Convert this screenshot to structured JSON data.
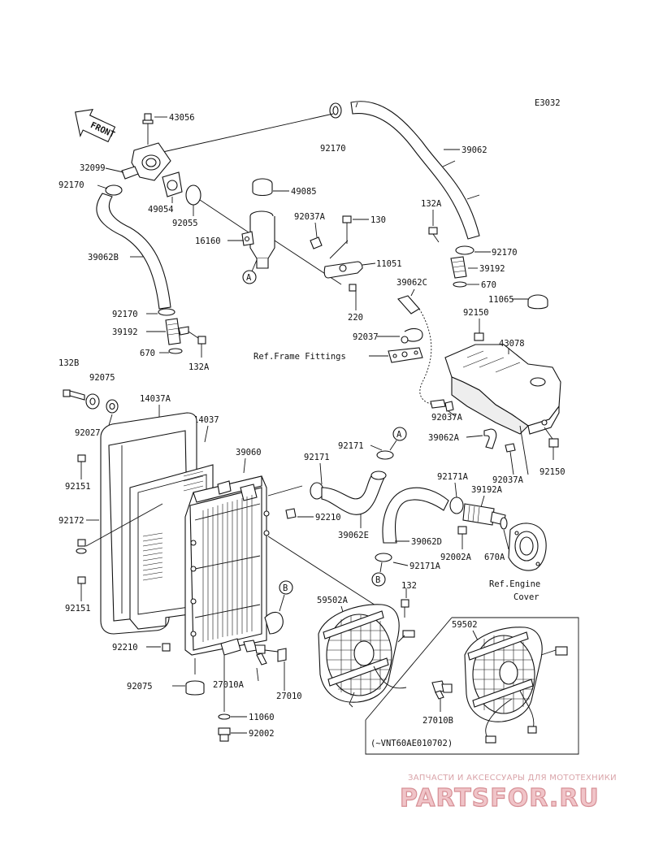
{
  "diagram_code": "E3032",
  "front_arrow": "FRONT",
  "labels": {
    "p43056": "43056",
    "p92170_top": "92170",
    "p39062": "39062",
    "p32099": "32099",
    "p92170_left": "92170",
    "p49054": "49054",
    "p49085": "49085",
    "p92055": "92055",
    "p92037A_top": "92037A",
    "p130": "130",
    "p16160": "16160",
    "p11051": "11051",
    "p132A_top": "132A",
    "p92170_right": "92170",
    "p39192_right": "39192",
    "p670_right": "670",
    "p39062B": "39062B",
    "p39062C": "39062C",
    "p220": "220",
    "p92170_lower": "92170",
    "p39192_left": "39192",
    "p670_left": "670",
    "p132A_left": "132A",
    "p11065": "11065",
    "p92150_top": "92150",
    "p43078": "43078",
    "p92037": "92037",
    "p132B": "132B",
    "p92075_top": "92075",
    "p14037A": "14037A",
    "p14037": "14037",
    "p92027": "92027",
    "p39060": "39060",
    "p92171_a": "92171",
    "p92171_b": "92171",
    "p92037A_mid": "92037A",
    "p39062A": "39062A",
    "p92037A_low": "92037A",
    "p92150_low": "92150",
    "p92151_top": "92151",
    "p92171A_top": "92171A",
    "p39192A": "39192A",
    "p92172": "92172",
    "p92210_mid": "92210",
    "p39062E": "39062E",
    "p39062D": "39062D",
    "p92002A": "92002A",
    "p670A": "670A",
    "p92171A_low": "92171A",
    "p92151_low": "92151",
    "p59502A": "59502A",
    "p132": "132",
    "p59502": "59502",
    "p92210_low": "92210",
    "p92075_low": "92075",
    "p27010A": "27010A",
    "p27010": "27010",
    "p27010B": "27010B",
    "p11060": "11060",
    "p92002": "92002"
  },
  "references": {
    "frame_fittings": "Ref.Frame Fittings",
    "engine_cover_1": "Ref.Engine",
    "engine_cover_2": "Cover",
    "serial_note": "(~VNT60AE010702)"
  },
  "callouts": {
    "a1": "A",
    "a2": "A",
    "b1": "B",
    "b2": "B"
  },
  "watermark": {
    "top": "ЗАПЧАСТИ И АКСЕССУАРЫ ДЛЯ МОТОТЕХНИКИ",
    "brand": "PARTSFOR.RU"
  }
}
